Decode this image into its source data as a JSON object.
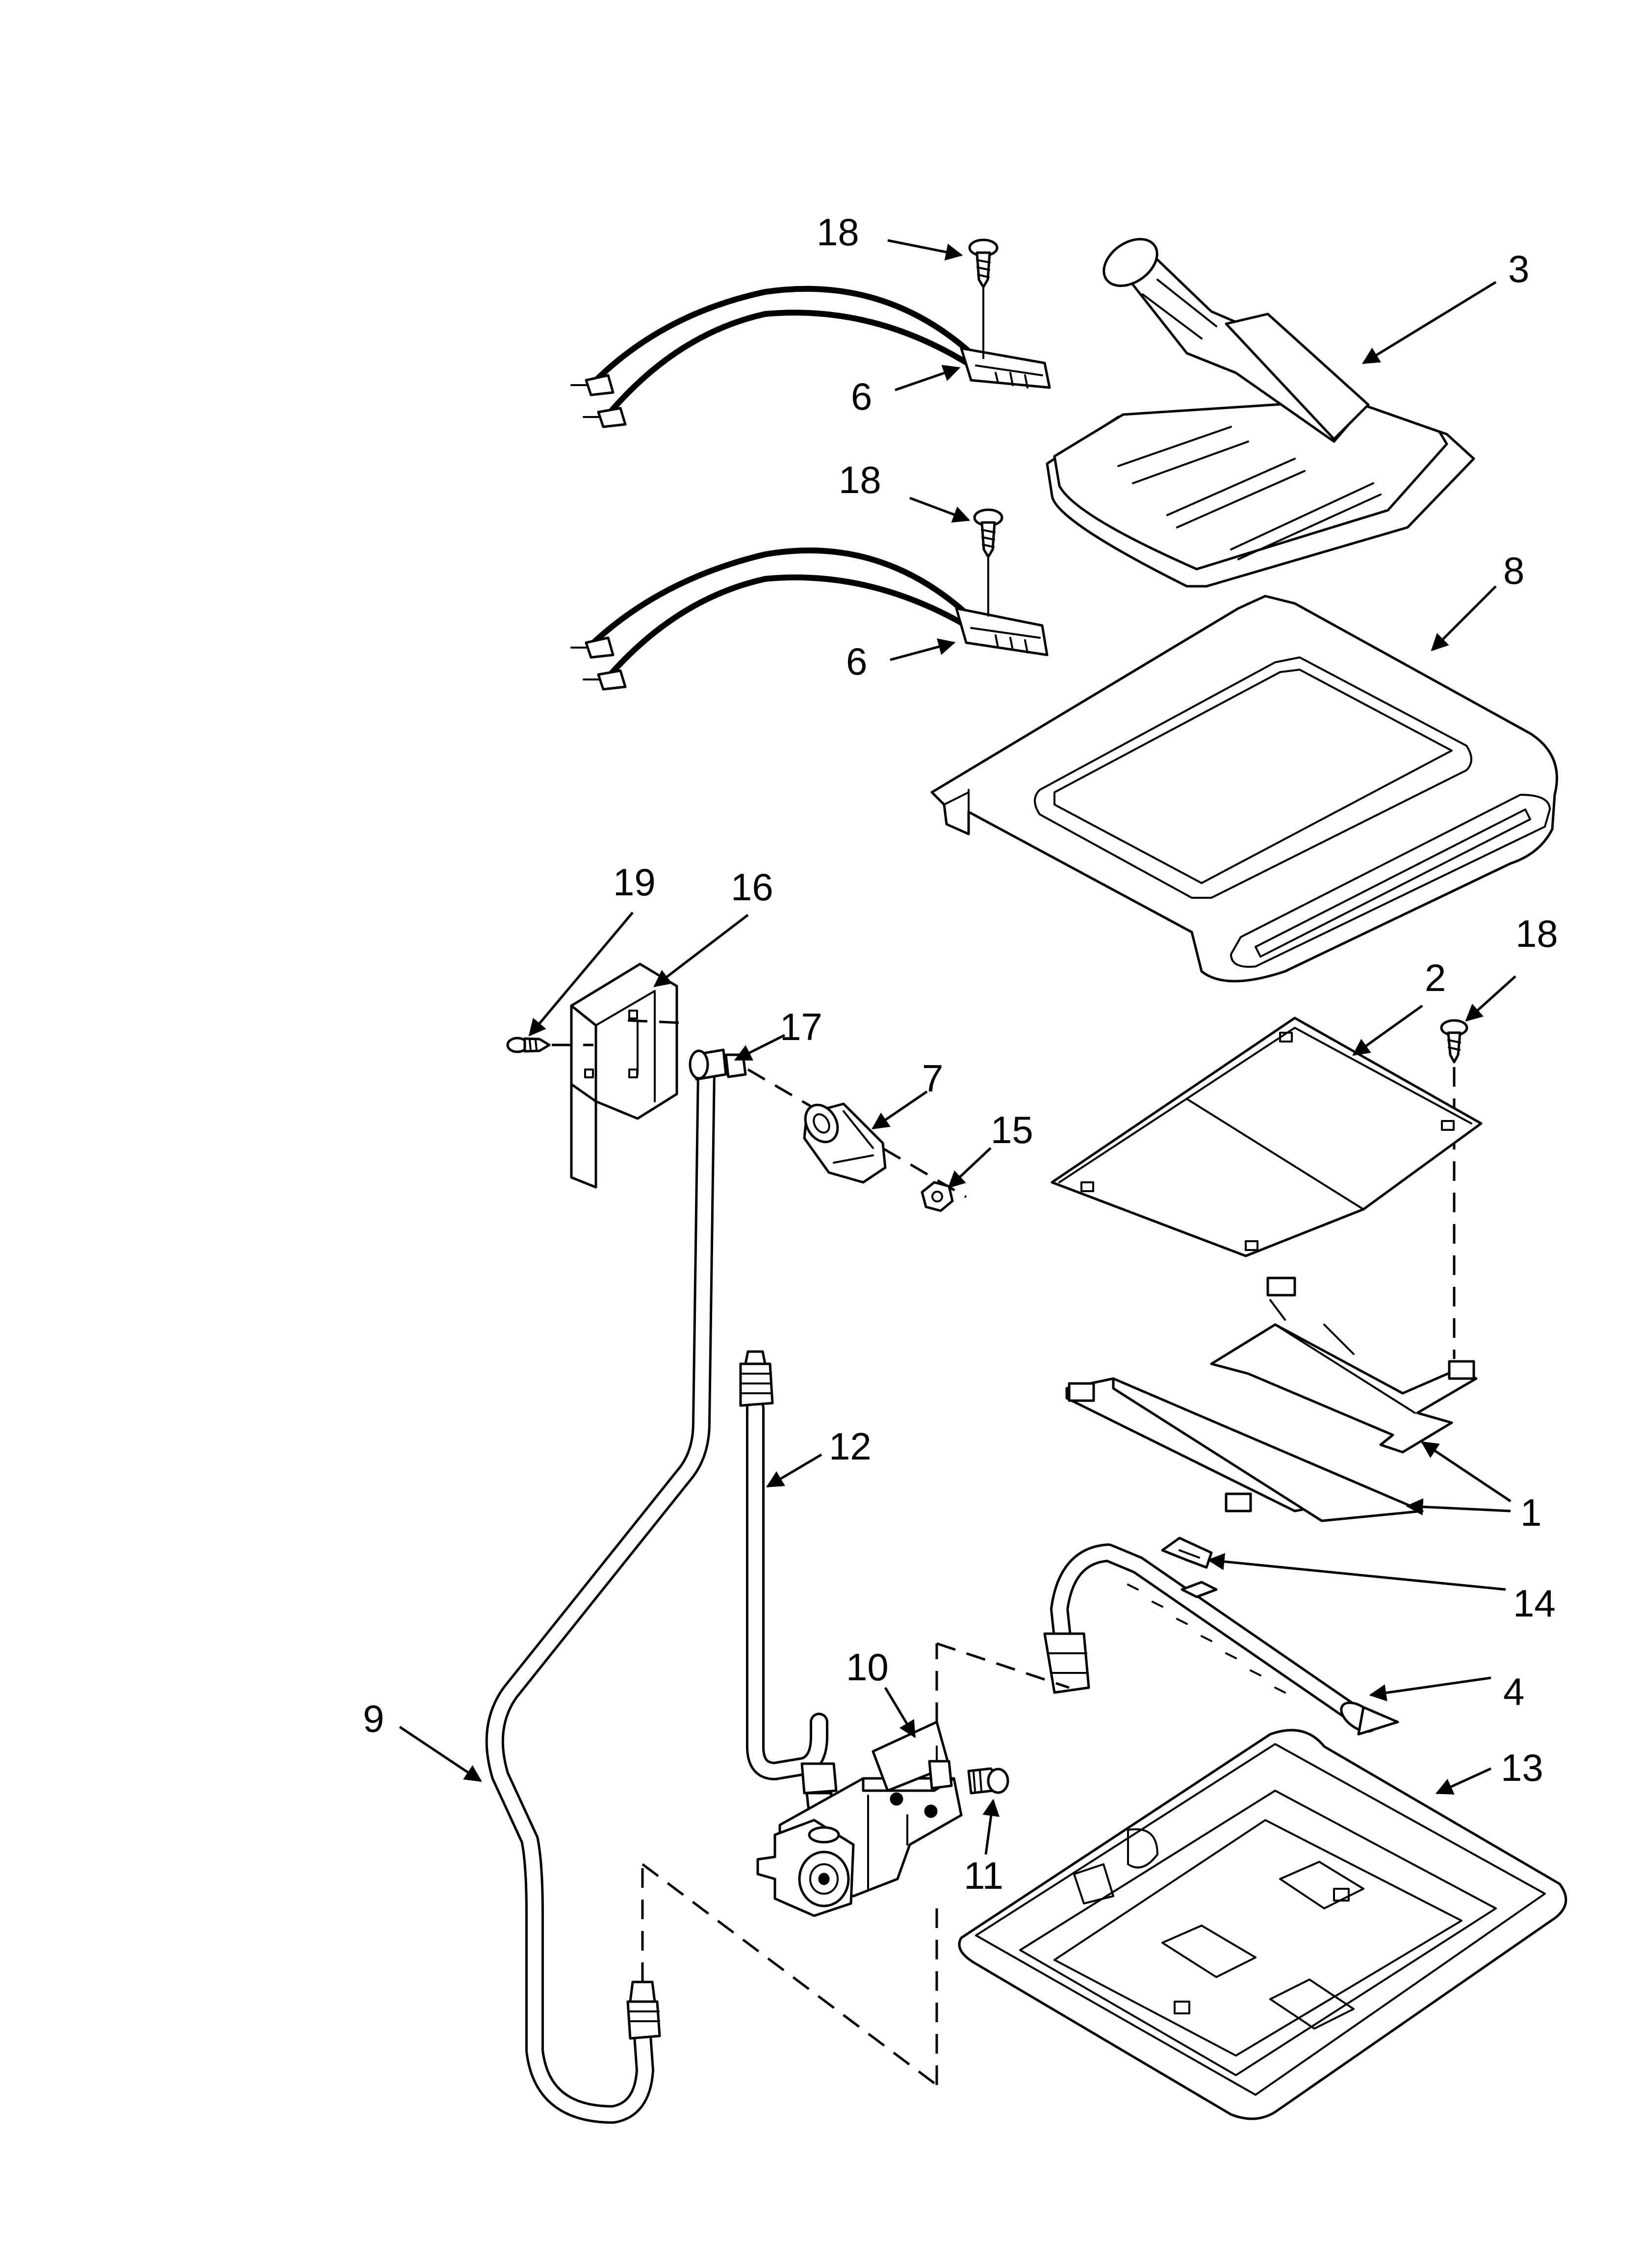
{
  "diagram": {
    "callouts": {
      "c18a": "18",
      "c3": "3",
      "c6a": "6",
      "c18b": "18",
      "c8": "8",
      "c6b": "6",
      "c19": "19",
      "c16": "16",
      "c18c": "18",
      "c2": "2",
      "c17": "17",
      "c7": "7",
      "c15": "15",
      "c12": "12",
      "c1": "1",
      "c14": "14",
      "c10": "10",
      "c4": "4",
      "c9": "9",
      "c13": "13",
      "c11": "11"
    }
  }
}
